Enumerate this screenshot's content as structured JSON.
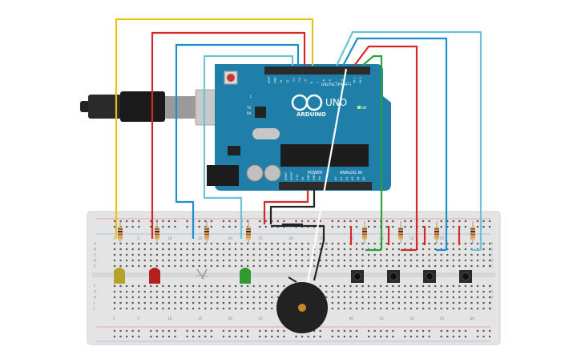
{
  "arduino": {
    "brand": "ARDUINO",
    "model": "UNO",
    "on_label": "ON",
    "digital_label": "DIGITAL (PWM~)",
    "power_label": "POWER",
    "analog_label": "ANALOG IN",
    "l_label": "L",
    "tx_label": "TX",
    "rx_label": "RX",
    "pin_labels_top": [
      "AREF",
      "GND",
      "13",
      "12",
      "~11",
      "~10",
      "~9",
      "8",
      "7",
      "~6",
      "~5",
      "4",
      "~3",
      "2",
      "TX 1",
      "RX 0"
    ],
    "power_pins": [
      "IOREF",
      "RESET",
      "3.3V",
      "5V",
      "GND",
      "GND",
      "Vin"
    ],
    "analog_pins": [
      "A0",
      "A1",
      "A2",
      "A3",
      "A4",
      "A5"
    ]
  },
  "breadboard": {
    "column_numbers": [
      "1",
      "5",
      "10",
      "15",
      "20",
      "25",
      "30",
      "35",
      "40",
      "45",
      "50",
      "55",
      "60"
    ],
    "row_letters_top": [
      "A",
      "B",
      "C",
      "D",
      "E"
    ],
    "row_letters_bottom": [
      "F",
      "G",
      "H",
      "I",
      "J"
    ]
  },
  "colors": {
    "board": "#1f7fa8",
    "yellow_wire": "#e8c21a",
    "red_wire": "#d62828",
    "blue_wire": "#1c8fcc",
    "cyan_wire": "#6cc3d5",
    "green_wire": "#29a33a",
    "black_wire": "#222222",
    "white_wire": "#ffffff",
    "led_yellow": "#b5a22a",
    "led_red": "#b3211e",
    "led_green": "#2f9a2f"
  }
}
